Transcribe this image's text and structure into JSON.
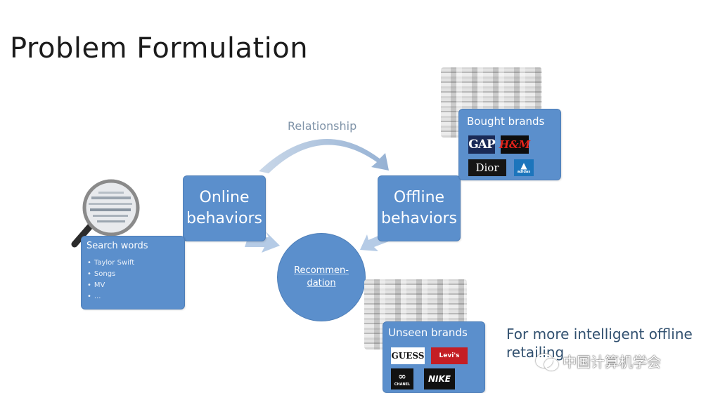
{
  "title": "Problem Formulation",
  "relationship_label": "Relationship",
  "online_box": {
    "label": "Online\nbehaviors"
  },
  "offline_box": {
    "label": "Offline\nbehaviors"
  },
  "center": {
    "label": "Recommen-\ndation"
  },
  "search_words": {
    "title": "Search words",
    "items": [
      "Taylor Swift",
      "Songs",
      "MV",
      "..."
    ]
  },
  "bought_brands": {
    "title": "Bought brands",
    "logos": [
      "GAP",
      "H&M",
      "Dior",
      "adidas"
    ]
  },
  "unseen_brands": {
    "title": "Unseen brands",
    "logos": [
      "GUESS",
      "Levi's",
      "CHANEL",
      "NIKE"
    ]
  },
  "footer_text": "For more intelligent offline retailing",
  "watermark": "中国计算机学会",
  "colors": {
    "box_fill": "#5b8fcc",
    "arrow_fill": "#b5cbe6",
    "footer_text": "#31506f"
  }
}
